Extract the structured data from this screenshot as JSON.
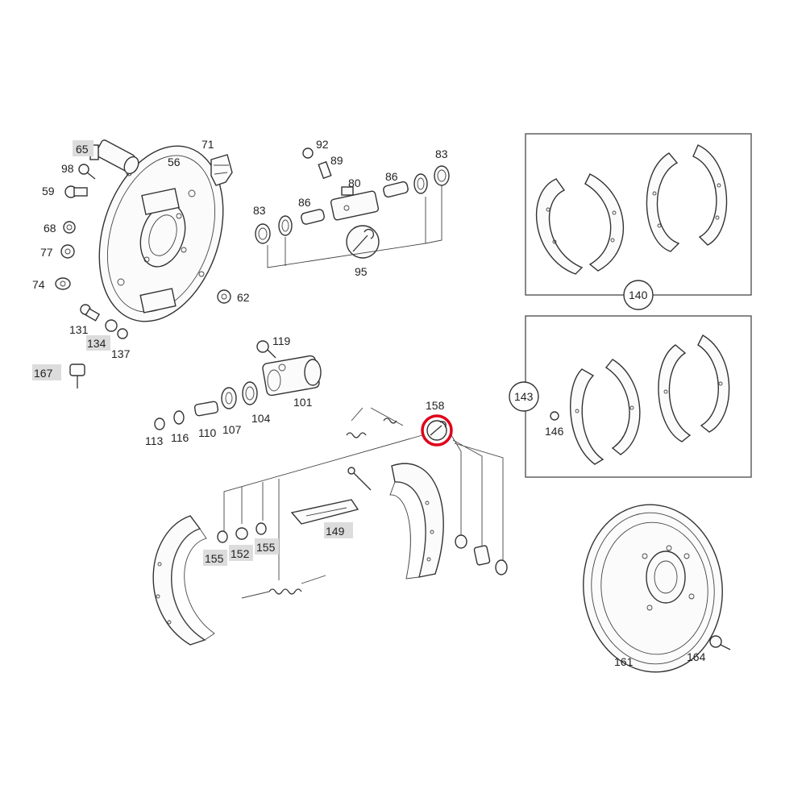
{
  "diagram": {
    "highlight_color": "#d9d9d9",
    "marker_color": "#e0001a",
    "labels": {
      "p65": "65",
      "p71": "71",
      "p56": "56",
      "p98": "98",
      "p59": "59",
      "p68": "68",
      "p77": "77",
      "p74": "74",
      "p62": "62",
      "p131": "131",
      "p134": "134",
      "p137": "137",
      "p167": "167",
      "p92": "92",
      "p89": "89",
      "p80": "80",
      "p86a": "86",
      "p86b": "86",
      "p83a": "83",
      "p83b": "83",
      "p95": "95",
      "p119": "119",
      "p101": "101",
      "p104": "104",
      "p107": "107",
      "p110": "110",
      "p116": "116",
      "p113": "113",
      "p158": "158",
      "p149": "149",
      "p155a": "155",
      "p152": "152",
      "p155b": "155",
      "p140": "140",
      "p143": "143",
      "p146": "146",
      "p161": "161",
      "p164": "164"
    }
  }
}
